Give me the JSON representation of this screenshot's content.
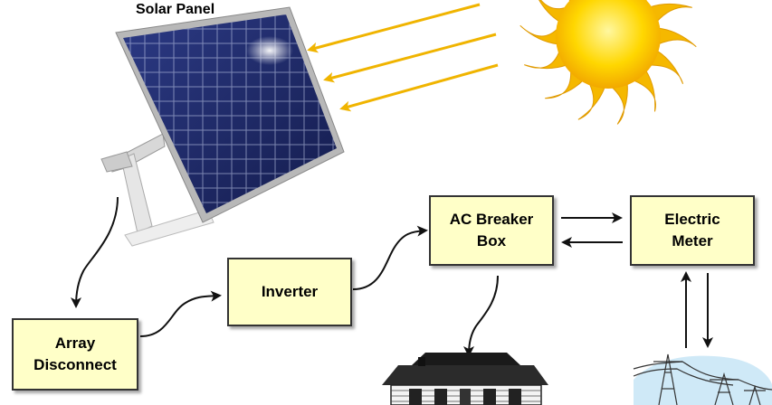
{
  "title": "Solar Panel",
  "nodes": {
    "array_disconnect": {
      "line1": "Array",
      "line2": "Disconnect"
    },
    "inverter": {
      "label": "Inverter"
    },
    "ac_breaker_box": {
      "line1": "AC Breaker",
      "line2": "Box"
    },
    "electric_meter": {
      "line1": "Electric",
      "line2": "Meter"
    }
  },
  "colors": {
    "box_fill": "#ffffc8",
    "box_border": "#333333",
    "sun_rays": "#f0b400",
    "sun_core": "#ffd700",
    "panel_cell": "#1f2a66"
  },
  "icons": [
    "solar-panel-icon",
    "sun-icon",
    "house-icon",
    "power-lines-icon"
  ]
}
